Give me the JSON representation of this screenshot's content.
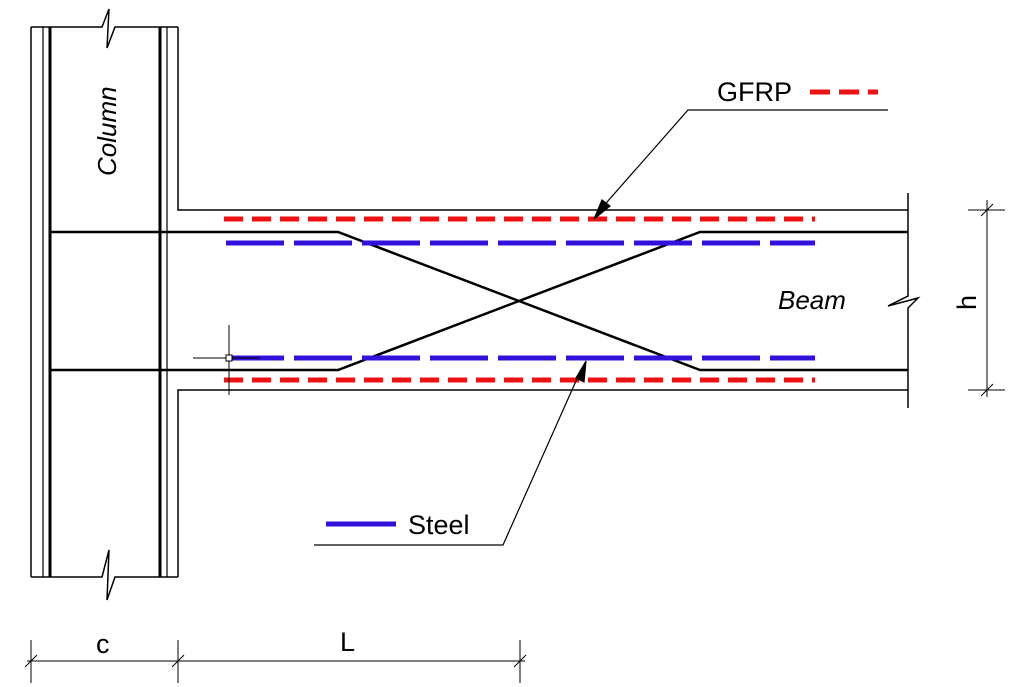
{
  "labels": {
    "column": "Column",
    "beam": "Beam",
    "gfrp": "GFRP",
    "steel": "Steel",
    "dim_height": "h",
    "dim_column": "c",
    "dim_length": "L"
  },
  "colors": {
    "gfrp": "#ee1111",
    "steel": "#3311dd",
    "line": "#000000"
  }
}
